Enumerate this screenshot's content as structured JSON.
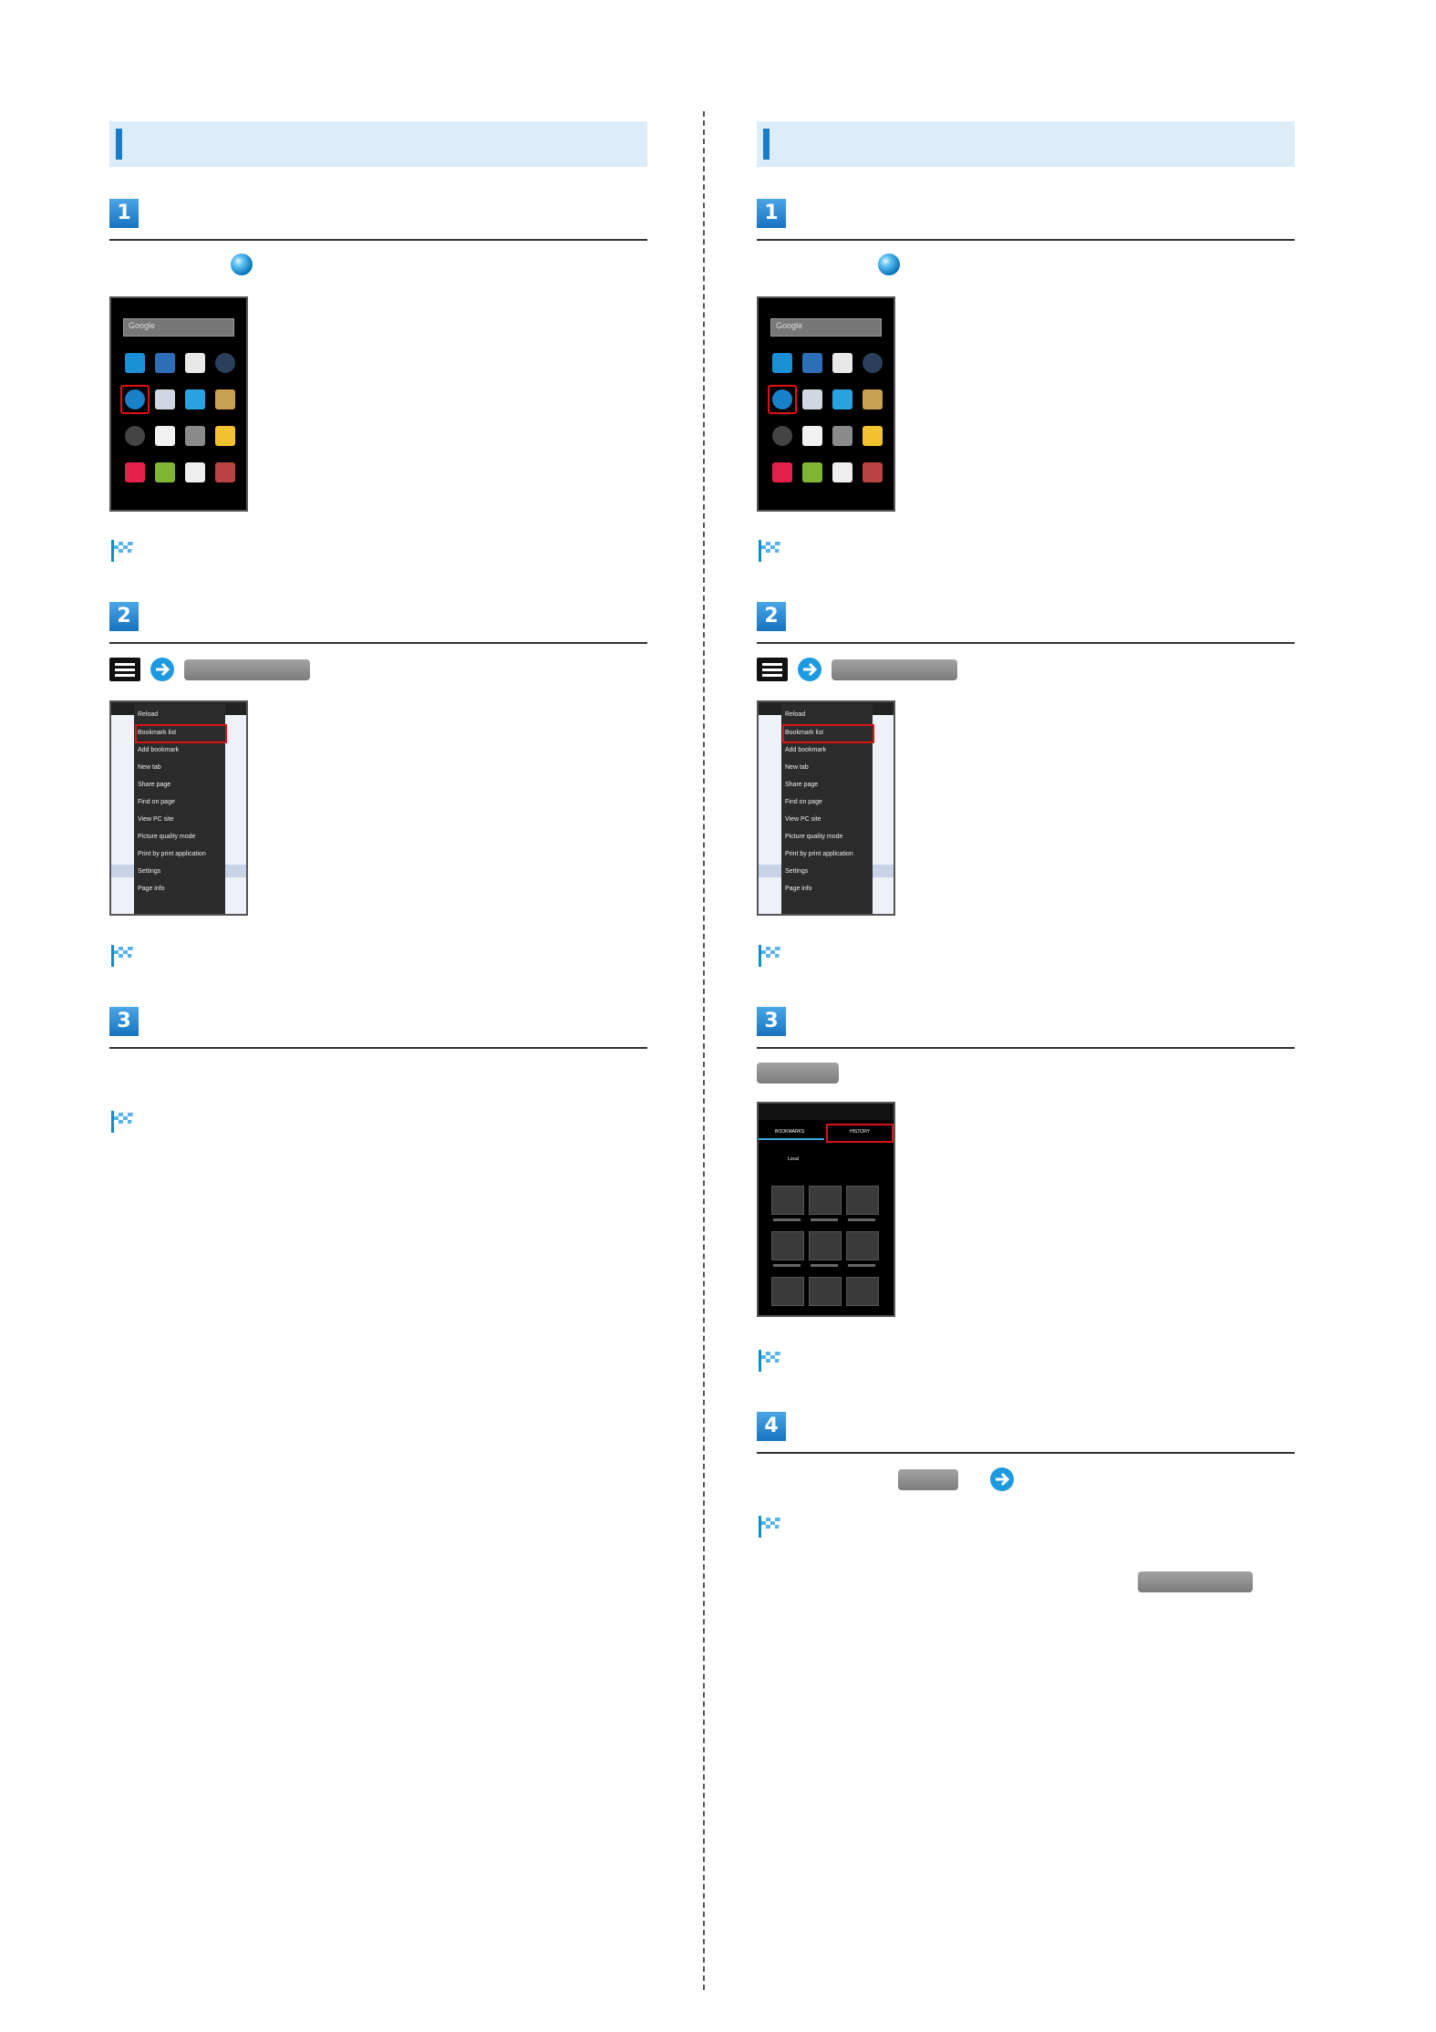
{
  "page": {
    "background": "#ffffff",
    "accent": "#1a7cc6",
    "header_bg": "#dcecf9"
  },
  "left": {
    "steps": [
      "1",
      "2",
      "3"
    ],
    "screens": {
      "home": {
        "search_label": "Google"
      },
      "menu": {
        "items": [
          "Reload",
          "Bookmark list",
          "Add bookmark",
          "New tab",
          "Share page",
          "Find on page",
          "View PC site",
          "Picture quality mode",
          "Print by print application",
          "Settings",
          "Page info"
        ]
      }
    }
  },
  "right": {
    "steps": [
      "1",
      "2",
      "3",
      "4"
    ],
    "screens": {
      "home": {
        "search_label": "Google"
      },
      "menu": {
        "items": [
          "Reload",
          "Bookmark list",
          "Add bookmark",
          "New tab",
          "Share page",
          "Find on page",
          "View PC site",
          "Picture quality mode",
          "Print by print application",
          "Settings",
          "Page info"
        ]
      },
      "bookmarks": {
        "tabs": [
          "BOOKMARKS",
          "HISTORY"
        ],
        "folder": "Local"
      }
    }
  },
  "icons": {
    "step_done": "checkered-flag-icon",
    "browser": "globe-icon",
    "menu": "menu-key-icon",
    "next": "arrow-right-icon"
  }
}
